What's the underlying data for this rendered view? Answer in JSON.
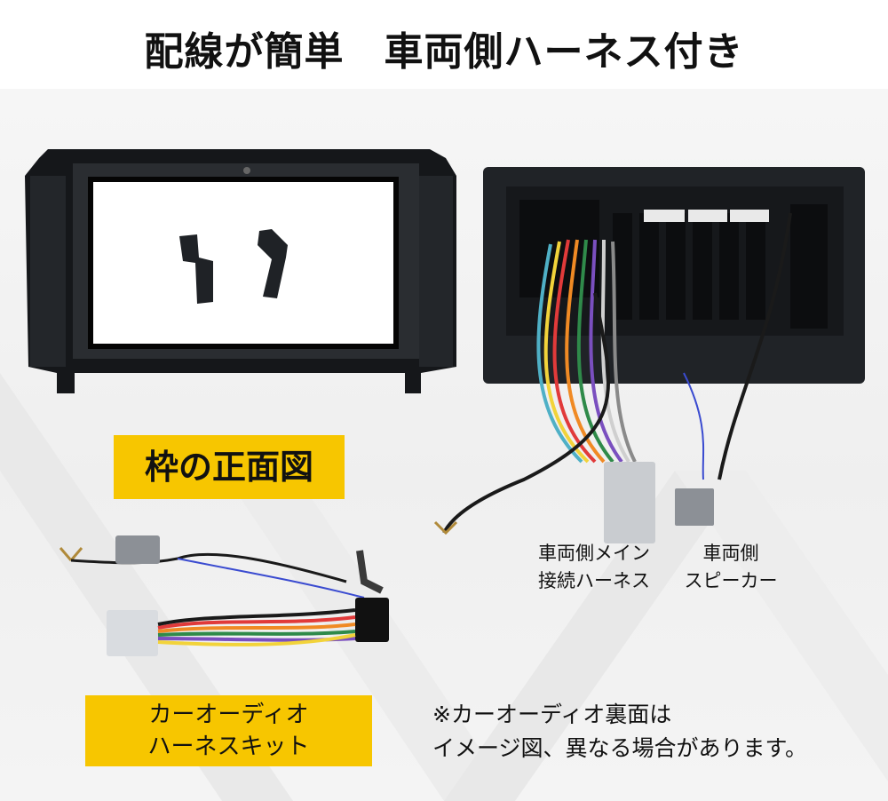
{
  "title": "配線が簡単　車両側ハーネス付き",
  "labels": {
    "frame_front": "枠の正面図",
    "audio_kit_line1": "カーオーディオ",
    "audio_kit_line2": "ハーネスキット"
  },
  "captions": {
    "main_harness_line1": "車両側メイン",
    "main_harness_line2": "接続ハーネス",
    "speaker_line1": "車両側",
    "speaker_line2": "スピーカー"
  },
  "note": {
    "line1": "※カーオーディオ裏面は",
    "line2": "イメージ図、異なる場合があります。"
  },
  "colors": {
    "accent_yellow": "#f7c600",
    "frame_black": "#15171a",
    "connector_gray": "#c9ccd0"
  }
}
